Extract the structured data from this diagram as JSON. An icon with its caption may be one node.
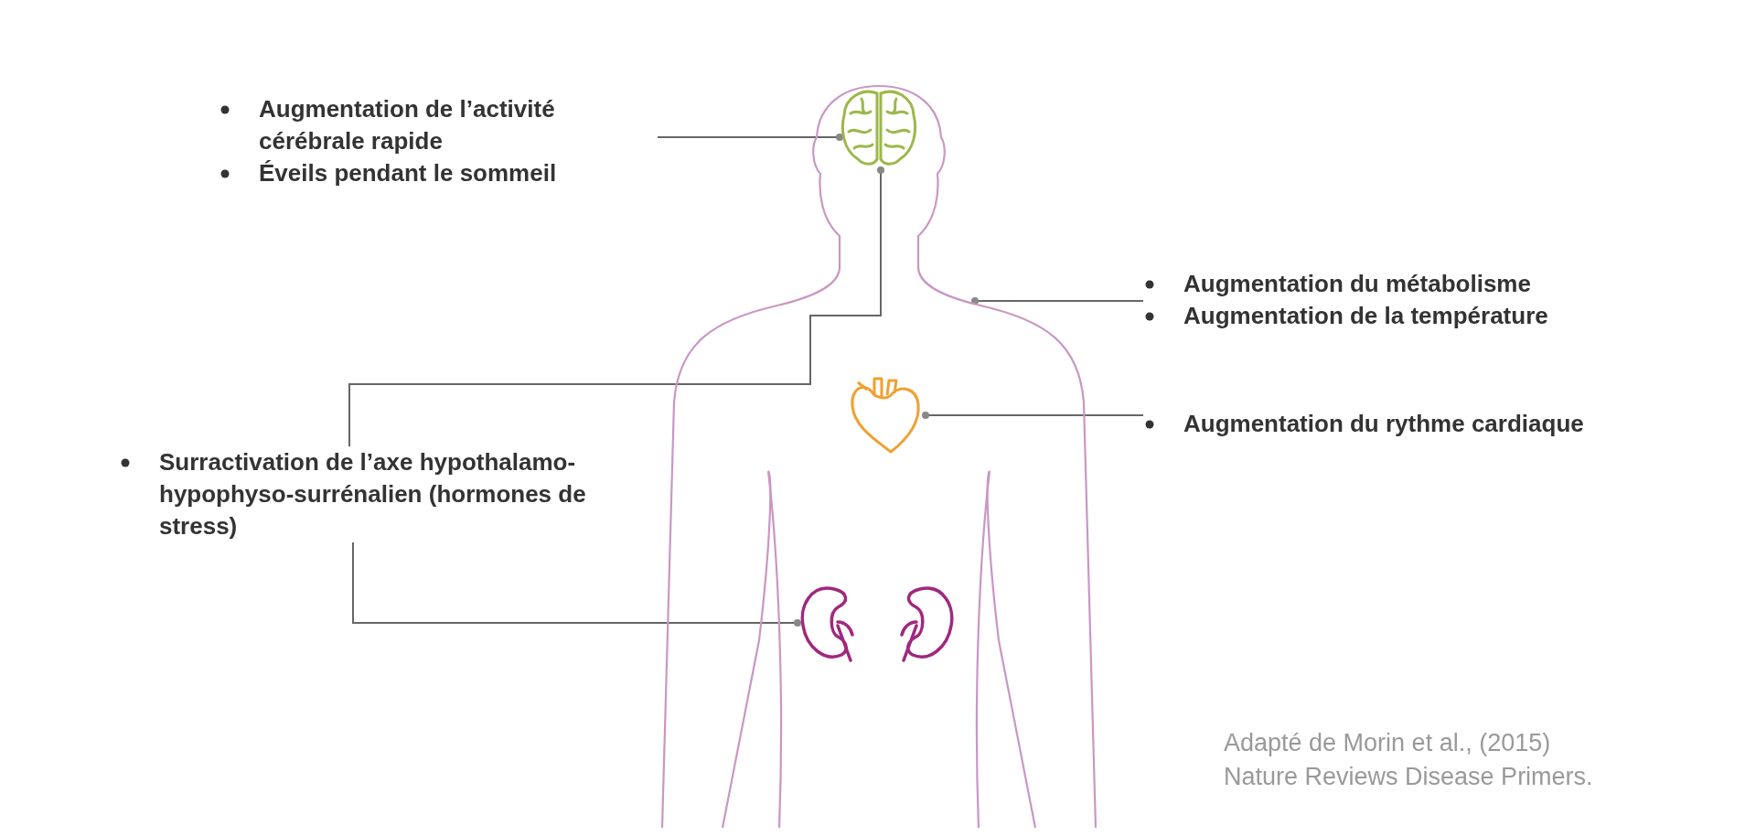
{
  "diagram": {
    "nodes": [
      {
        "text": [],
        "shape": "picture"
      },
      {
        "text": [],
        "shape": "picture",
        "in": 0
      },
      {
        "text": [
          "Augmentation de l’activité cérébrale rapide",
          "Éveils pendant le sommeil"
        ]
      },
      {
        "text": [
          "Augmentation du métabolisme",
          "Augmentation de la température"
        ]
      },
      {
        "text": [],
        "shape": "picture",
        "in": 0
      },
      {
        "text": [
          "Augmentation du rythme cardiaque"
        ]
      },
      {
        "text": [
          "Surractivation de l’axe hypothalamo-hypophyso-surrénalien (hormones de stress)"
        ]
      },
      {
        "text": [],
        "shape": "picture",
        "in": 0
      },
      {
        "text": [],
        "shape": "picture",
        "in": 0
      }
    ],
    "edges": [
      {
        "from": 2,
        "to": 1,
        "arrow": "other"
      },
      {
        "from": 3,
        "to": 0,
        "arrow": "other"
      },
      {
        "from": 5,
        "to": 4,
        "arrow": "other"
      },
      {
        "from": 6,
        "to": 1,
        "arrow": "other"
      },
      {
        "from": 6,
        "to": 7,
        "arrow": "other"
      }
    ],
    "labels": [
      "Adapté de Morin et al., (2015) Nature Reviews Disease Primers."
    ]
  }
}
